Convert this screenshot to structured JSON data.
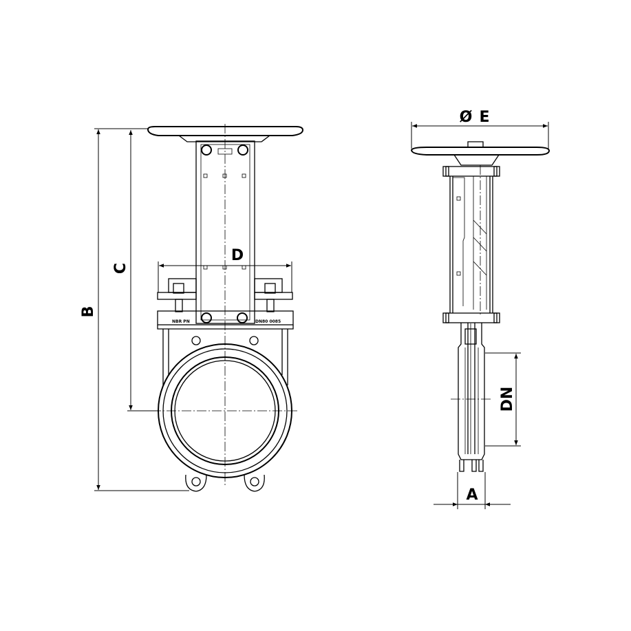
{
  "title": "Knife gate valve dimensional drawing",
  "dimensions": {
    "A": "A",
    "B": "B",
    "C": "C",
    "D": "D",
    "E": "E",
    "DN": "DN",
    "diameter_symbol": "Ø"
  },
  "markings": {
    "left_plate": "NBR PN",
    "right_plate": "DN80 0085"
  },
  "colors": {
    "line": "#000000",
    "background": "#ffffff"
  }
}
